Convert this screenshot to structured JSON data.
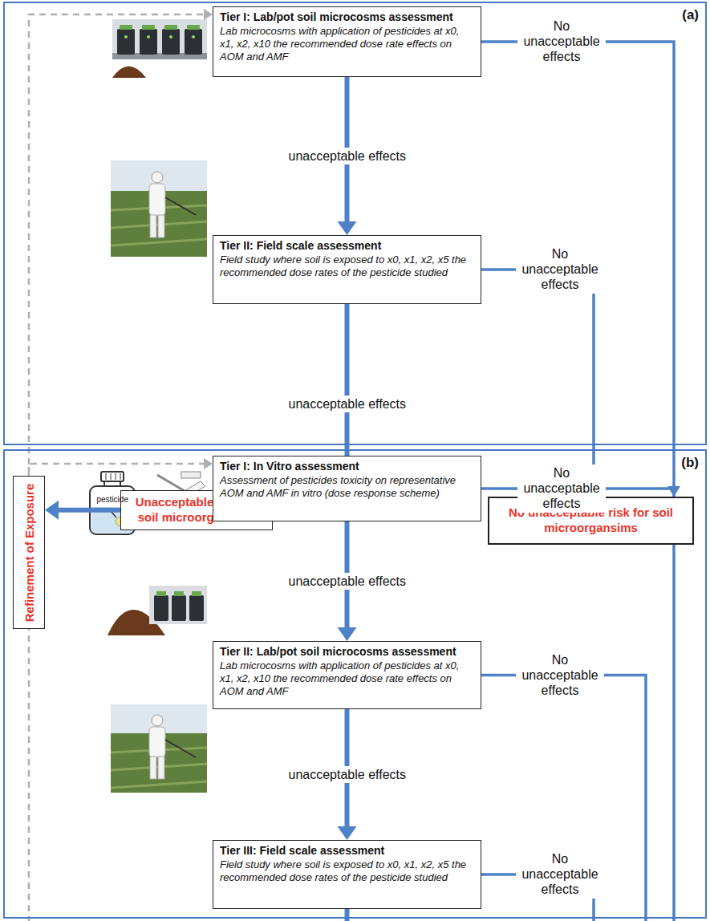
{
  "diagram": {
    "nodes": [
      {
        "text": [
          "(a)"
        ]
      },
      {
        "text": [
          "Tier I: Lab/pot soil microcosms assessment",
          "Lab microcosms with application of pesticides at x0, x1, x2, x10 the recommended dose rate effects on AOM and AMF"
        ],
        "in": 0
      },
      {
        "text": [
          "Tier II: Field scale assessment",
          "Field study where soil is exposed to x0, x1, x2, x5 the recommended dose rates of the pesticide studied"
        ],
        "in": 0
      },
      {
        "text": [
          "No unacceptable risk for soil microorgansims"
        ],
        "in": 0
      },
      {
        "text": [
          "Unacceptable risk for soil microorganisms"
        ],
        "in": 0
      },
      {
        "text": [
          "Refinement of Exposure"
        ],
        "in": 0
      },
      {
        "text": [
          "(b)"
        ]
      },
      {
        "text": [
          "Tier I: In Vitro assessment",
          "Assessment of pesticides toxicity on representative AOM and AMF in vitro (dose response scheme)"
        ],
        "in": 6
      },
      {
        "text": [
          "Tier II: Lab/pot soil microcosms assessment",
          "Lab microcosms with application of pesticides at x0, x1, x2, x10 the recommended dose rate effects on AOM and AMF"
        ],
        "in": 6
      },
      {
        "text": [
          "Tier III: Field scale assessment",
          "Field study where soil is exposed to x0, x1, x2, x5 the recommended dose rates of the pesticide studied"
        ],
        "in": 6
      },
      {
        "text": [
          "No unacceptable risk for soil microorgansims"
        ],
        "in": 6
      },
      {
        "text": [
          "Unacceptable risk for soil microorganisms"
        ],
        "in": 6
      },
      {
        "text": [
          "Refinement of Exposure"
        ],
        "in": 6
      }
    ],
    "edges": [
      {
        "from": 1,
        "to": 3,
        "label": "No unacceptable effects",
        "arrow": "to"
      },
      {
        "from": 1,
        "to": 2,
        "label": "unacceptable effects",
        "arrow": "to"
      },
      {
        "from": 2,
        "to": 3,
        "label": "No unacceptable effects",
        "arrow": "to"
      },
      {
        "from": 2,
        "to": 4,
        "label": "unacceptable effects",
        "arrow": "to"
      },
      {
        "from": 4,
        "to": 5,
        "arrow": "to"
      },
      {
        "from": 5,
        "to": 1,
        "arrow": "to"
      },
      {
        "from": 7,
        "to": 10,
        "label": "No unacceptable effects",
        "arrow": "to"
      },
      {
        "from": 7,
        "to": 8,
        "label": "unacceptable effects",
        "arrow": "to"
      },
      {
        "from": 8,
        "to": 10,
        "label": "No unacceptable effects",
        "arrow": "to"
      },
      {
        "from": 8,
        "to": 9,
        "label": "unacceptable effects",
        "arrow": "to"
      },
      {
        "from": 9,
        "to": 10,
        "label": "No unacceptable effects",
        "arrow": "to"
      },
      {
        "from": 9,
        "to": 11,
        "label": "unacceptable effects",
        "arrow": "to"
      },
      {
        "from": 11,
        "to": 12,
        "arrow": "to"
      },
      {
        "from": 12,
        "to": 7,
        "arrow": "to"
      }
    ],
    "labels": [
      "pesticide"
    ]
  }
}
